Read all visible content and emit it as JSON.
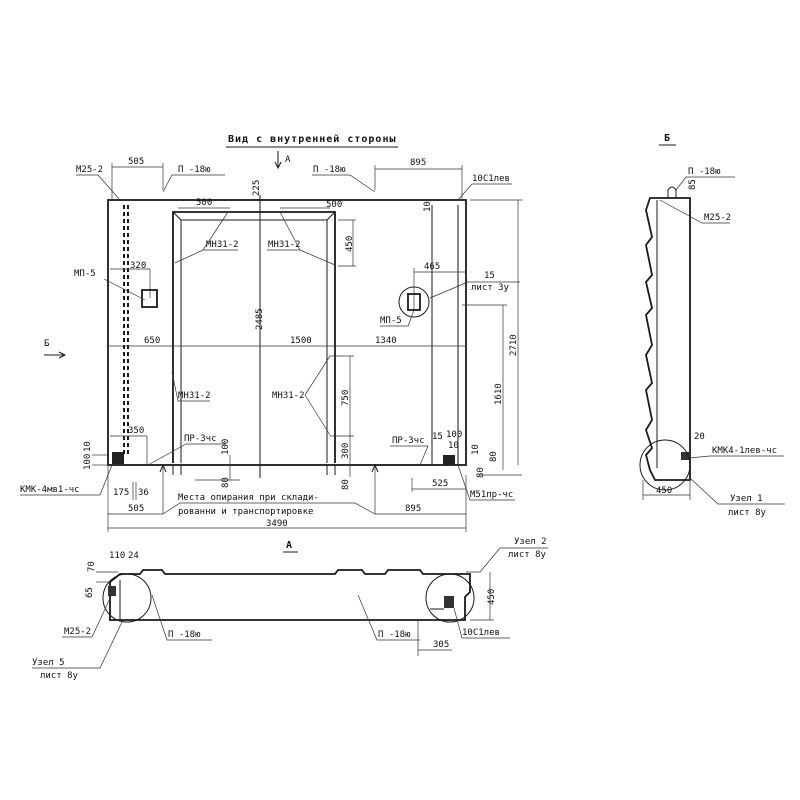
{
  "main_view": {
    "title": "Вид с внутренней стороны",
    "arrow_a": "А",
    "arrow_b": "Б",
    "labels": {
      "m25_2": "М25-2",
      "p18_left": "П -18ю",
      "p18_right": "П -18ю",
      "s10_left": "10С1лев",
      "mn31_1": "МН31-2",
      "mn31_2": "МН31-2",
      "mn31_3": "МН31-2",
      "mn31_4": "МН31-2",
      "mp5_left": "МП-5",
      "mp5_right": "МП-5",
      "node15": "15",
      "sheet3": "лист 3у",
      "pr3_left": "ПР-3чс",
      "pr3_right": "ПР-3чс",
      "kmk": "КМК-4мв1-чс",
      "m51": "М51пр-чс",
      "support_note_1": "Места опирания при склади-",
      "support_note_2": "рованни и транспортировке"
    },
    "dims": {
      "d505_top": "505",
      "d895_top": "895",
      "d225": "225",
      "d500_l": "500",
      "d500_r": "500",
      "d10_top": "10",
      "d450": "450",
      "d320": "320",
      "d465": "465",
      "d2485": "2485",
      "d650": "650",
      "d1500": "1500",
      "d1340": "1340",
      "d2710": "2710",
      "d750": "750",
      "d1610": "1610",
      "d350": "350",
      "d100_door": "100",
      "d300": "300",
      "d15_r": "15",
      "d100_r": "100",
      "d10_r": "10",
      "d10_rr": "10",
      "d80_rr": "80",
      "d100_l": "100",
      "d10_l": "10",
      "d80_a": "80",
      "d80_b": "80",
      "d80_c": "80",
      "d175": "175",
      "d36": "36",
      "d525": "525",
      "d505_bot": "505",
      "d895_bot": "895",
      "d3490": "3490"
    }
  },
  "view_a": {
    "title": "А",
    "node2_1": "Узел 2",
    "node2_2": "лист 8у",
    "node5_1": "Узел 5",
    "node5_2": "лист 8у",
    "m25_2": "М25-2",
    "p18_left": "П -18ю",
    "p18_right": "П -18ю",
    "s10": "10С1лев",
    "d110": "110",
    "d24": "24",
    "d70": "70",
    "d65": "65",
    "d450": "450",
    "d305": "305"
  },
  "view_b": {
    "title": "Б",
    "p18": "П -18ю",
    "d85": "85",
    "m25_2": "М25-2",
    "d20": "20",
    "kmk": "КМК4-1лев-чс",
    "d450": "450",
    "node1_1": "Узел 1",
    "node1_2": "лист 8у"
  }
}
